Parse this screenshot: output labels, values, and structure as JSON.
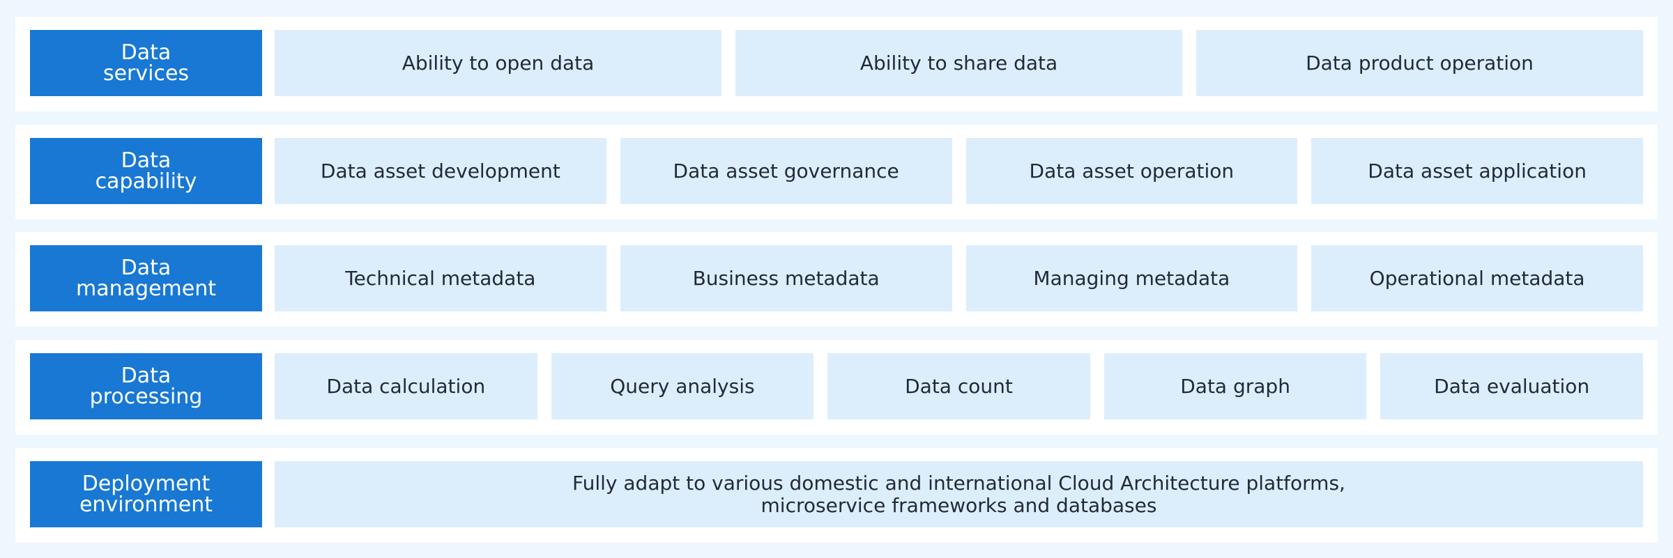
{
  "layers": [
    {
      "label_lines": [
        "Data",
        "services"
      ],
      "items": [
        "Ability to open data",
        "Ability to share data",
        "Data product operation"
      ]
    },
    {
      "label_lines": [
        "Data",
        "capability"
      ],
      "items": [
        "Data asset development",
        "Data asset governance",
        "Data asset operation",
        "Data asset application"
      ]
    },
    {
      "label_lines": [
        "Data",
        "management"
      ],
      "items": [
        "Technical metadata",
        "Business metadata",
        "Managing metadata",
        "Operational metadata"
      ]
    },
    {
      "label_lines": [
        "Data",
        "processing"
      ],
      "items": [
        "Data calculation",
        "Query analysis",
        "Data count",
        "Data graph",
        "Data evaluation"
      ]
    },
    {
      "label_lines": [
        "Deployment",
        "environment"
      ],
      "item_lines": [
        "Fully adapt to various domestic and international Cloud Architecture platforms,",
        "microservice frameworks and databases"
      ]
    }
  ],
  "colors": {
    "background": "#eef6fe",
    "label_fill": "#1878d3",
    "cell_fill": "#dceefc"
  }
}
